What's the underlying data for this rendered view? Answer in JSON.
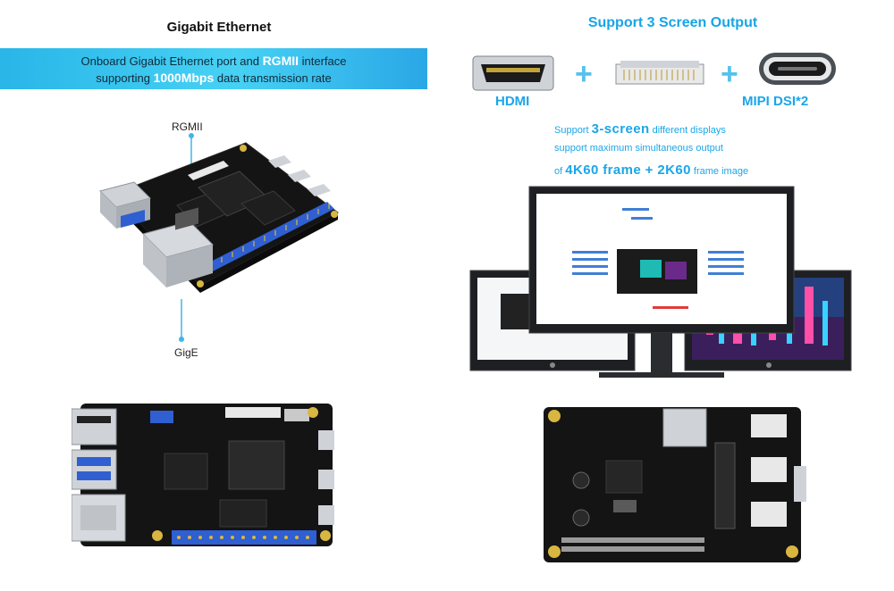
{
  "left": {
    "title": "Gigabit Ethernet",
    "banner": {
      "line1_a": "Onboard Gigabit Ethernet port and ",
      "line1_hl": "RGMII",
      "line1_b": " interface",
      "line2_a": "supporting ",
      "line2_hl": "1000Mbps",
      "line2_b": " data transmission rate"
    },
    "callout_top": "RGMII",
    "callout_bottom": "GigE"
  },
  "right": {
    "title": "Support 3 Screen Output",
    "ports": {
      "hdmi": "HDMI",
      "mipi": "MIPI DSI*2",
      "plus": "+"
    },
    "features": {
      "l1_a": "Support ",
      "l1_big": "3-screen",
      "l1_b": " different displays",
      "l2": "support maximum simultaneous output",
      "l3_a": "of ",
      "l3_big": "4K60 frame + 2K60",
      "l3_b": " frame image"
    }
  },
  "colors": {
    "accent_blue": "#16a5e6",
    "banner_cyan": "#47d1f4",
    "pcb_black": "#141414",
    "header_blue": "#2f5fd0",
    "gold": "#d8b640"
  }
}
